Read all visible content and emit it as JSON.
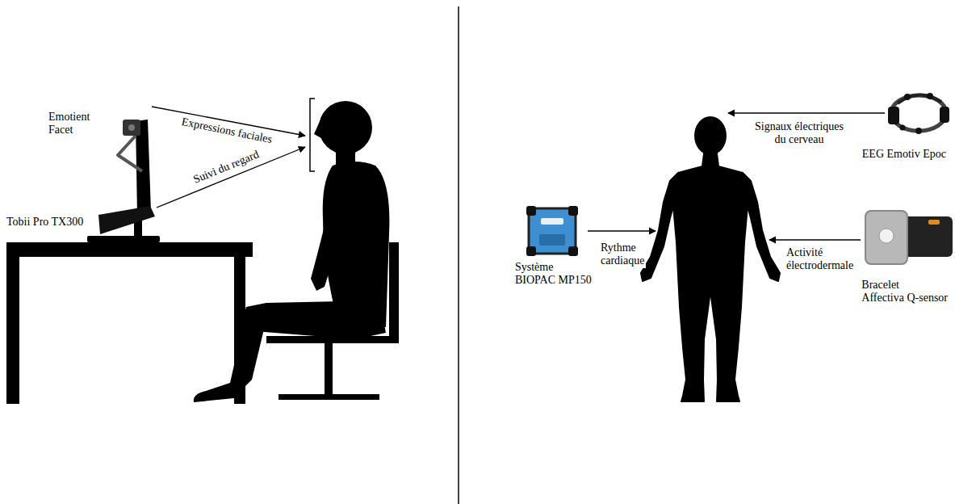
{
  "diagram": {
    "labels": [
      "Emotient Facet",
      "Expressions faciales",
      "Suivi du regard",
      "Tobii Pro TX300",
      "Signaux électriques du cerveau",
      "EEG Emotiv Epoc",
      "Système BIOPAC MP150",
      "Rythme cardiaque",
      "Activité électrodermale",
      "Bracelet Affectiva Q-sensor"
    ]
  }
}
